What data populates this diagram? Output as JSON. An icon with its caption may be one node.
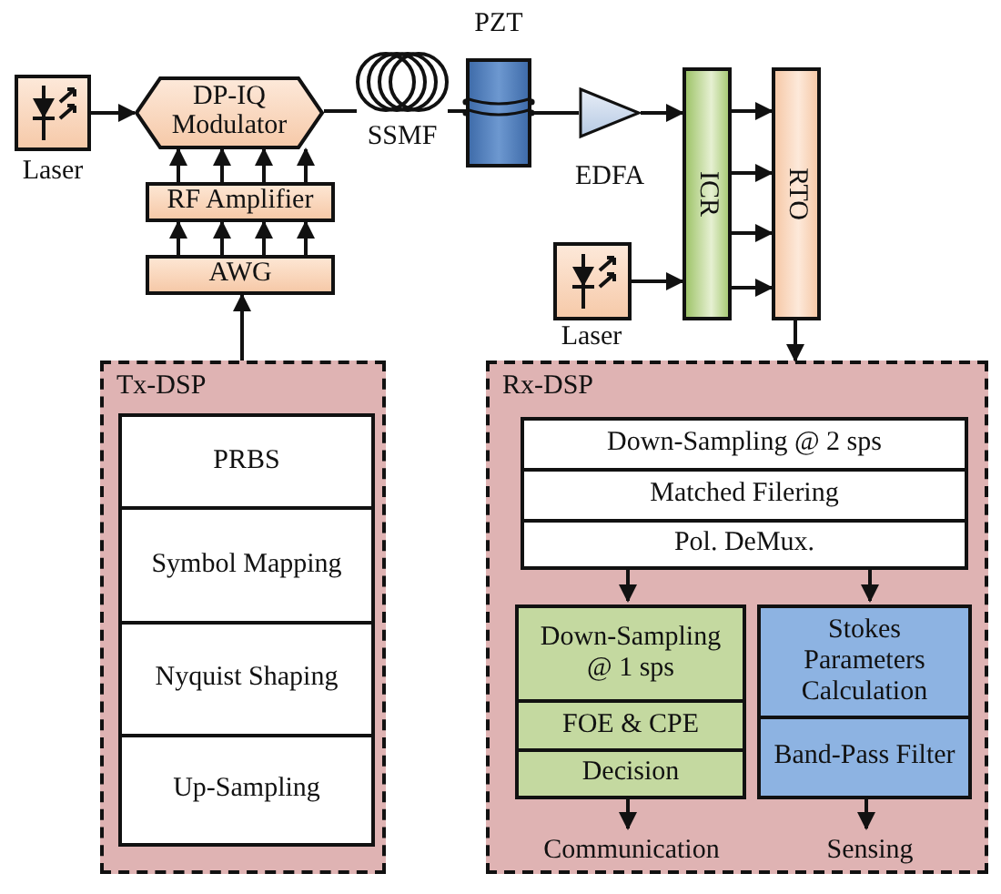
{
  "diagram": {
    "nodes": [
      {
        "text": [],
        "shape": "box",
        "beside": [
          "Laser"
        ]
      },
      {
        "text": [
          "DP-IQ Modulator"
        ]
      },
      {
        "text": [],
        "shape": "coil",
        "beside": [
          "SSMF"
        ]
      },
      {
        "text": [],
        "shape": "box",
        "beside": [
          "PZT"
        ]
      },
      {
        "text": [],
        "shape": "triangle",
        "beside": [
          "EDFA"
        ]
      },
      {
        "text": [
          "ICR"
        ]
      },
      {
        "text": [
          "RTO"
        ]
      },
      {
        "text": [],
        "shape": "box",
        "beside": [
          "Laser"
        ]
      },
      {
        "text": [
          "RF Amplifier"
        ]
      },
      {
        "text": [
          "AWG"
        ]
      },
      {
        "text": [
          "Tx-DSP"
        ]
      },
      {
        "text": [
          "PRBS"
        ],
        "in": 10
      },
      {
        "text": [
          "Symbol Mapping"
        ],
        "in": 10
      },
      {
        "text": [
          "Nyquist Shaping"
        ],
        "in": 10
      },
      {
        "text": [
          "Up-Sampling"
        ],
        "in": 10
      },
      {
        "text": [
          "Rx-DSP"
        ]
      },
      {
        "text": [
          "Down-Sampling @ 2 sps"
        ],
        "in": 15
      },
      {
        "text": [
          "Matched Filering"
        ],
        "in": 15
      },
      {
        "text": [
          "Pol. DeMux."
        ],
        "in": 15
      },
      {
        "text": [
          "Down-Sampling @ 1 sps"
        ],
        "in": 15
      },
      {
        "text": [
          "FOE & CPE"
        ],
        "in": 15
      },
      {
        "text": [
          "Decision"
        ],
        "in": 15
      },
      {
        "text": [
          "Stokes Parameters Calculation"
        ],
        "in": 15
      },
      {
        "text": [
          "Band-Pass Filter"
        ],
        "in": 15
      },
      {
        "text": [
          "Communication"
        ],
        "in": 15
      },
      {
        "text": [
          "Sensing"
        ],
        "in": 15
      }
    ],
    "edges": [
      {
        "from": 0,
        "to": 1,
        "arrow": "to"
      },
      {
        "from": 1,
        "to": 2,
        "arrow": "none"
      },
      {
        "from": 2,
        "to": 3,
        "arrow": "none"
      },
      {
        "from": 3,
        "to": 4,
        "arrow": "none"
      },
      {
        "from": 4,
        "to": 5,
        "arrow": "to"
      },
      {
        "from": 7,
        "to": 5,
        "arrow": "to"
      },
      {
        "from": 5,
        "to": 6,
        "arrow": "to"
      },
      {
        "from": 5,
        "to": 6,
        "arrow": "to"
      },
      {
        "from": 5,
        "to": 6,
        "arrow": "to"
      },
      {
        "from": 5,
        "to": 6,
        "arrow": "to"
      },
      {
        "from": 8,
        "to": 1,
        "arrow": "to"
      },
      {
        "from": 8,
        "to": 1,
        "arrow": "to"
      },
      {
        "from": 8,
        "to": 1,
        "arrow": "to"
      },
      {
        "from": 8,
        "to": 1,
        "arrow": "to"
      },
      {
        "from": 9,
        "to": 8,
        "arrow": "to"
      },
      {
        "from": 9,
        "to": 8,
        "arrow": "to"
      },
      {
        "from": 9,
        "to": 8,
        "arrow": "to"
      },
      {
        "from": 9,
        "to": 8,
        "arrow": "to"
      },
      {
        "from": 10,
        "to": 9,
        "arrow": "to"
      },
      {
        "from": 6,
        "to": 15,
        "arrow": "to"
      },
      {
        "from": 18,
        "to": 19,
        "arrow": "to"
      },
      {
        "from": 18,
        "to": 22,
        "arrow": "to"
      },
      {
        "from": 21,
        "to": 24,
        "arrow": "to"
      },
      {
        "from": 23,
        "to": 25,
        "arrow": "to"
      }
    ]
  }
}
